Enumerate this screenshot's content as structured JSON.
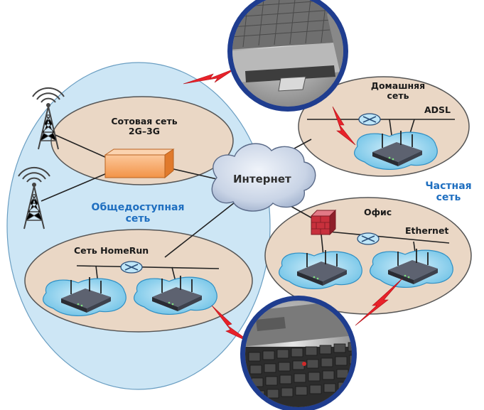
{
  "labels": {
    "cellular_line1": "Сотовая сеть",
    "cellular_line2": "2G–3G",
    "internet": "Интернет",
    "public_line1": "Общедоступная",
    "public_line2": "сеть",
    "homerun": "Сеть HomeRun",
    "home_line1": "Домашняя",
    "home_line2": "сеть",
    "adsl": "ADSL",
    "private_line1": "Частная",
    "private_line2": "сеть",
    "office": "Офис",
    "ethernet": "Ethernet"
  },
  "colors": {
    "public_zone": "#cde6f5",
    "subnet_fill": "#ead7c5",
    "cloud_fill": "#c9d4e6",
    "router_blue": "#9dd6f0",
    "device_dark": "#3a3d46",
    "wireless_red": "#e8222a",
    "laptop_circle": "#1f3d8f",
    "label_blue": "#1f6fc0",
    "cell_box": "#f5a061",
    "firewall": "#c8303c"
  },
  "icons": [
    "cell-tower-icon",
    "router-icon",
    "hub-icon",
    "firewall-icon",
    "laptop-icon",
    "cloud-icon",
    "cellular-equipment-icon"
  ]
}
